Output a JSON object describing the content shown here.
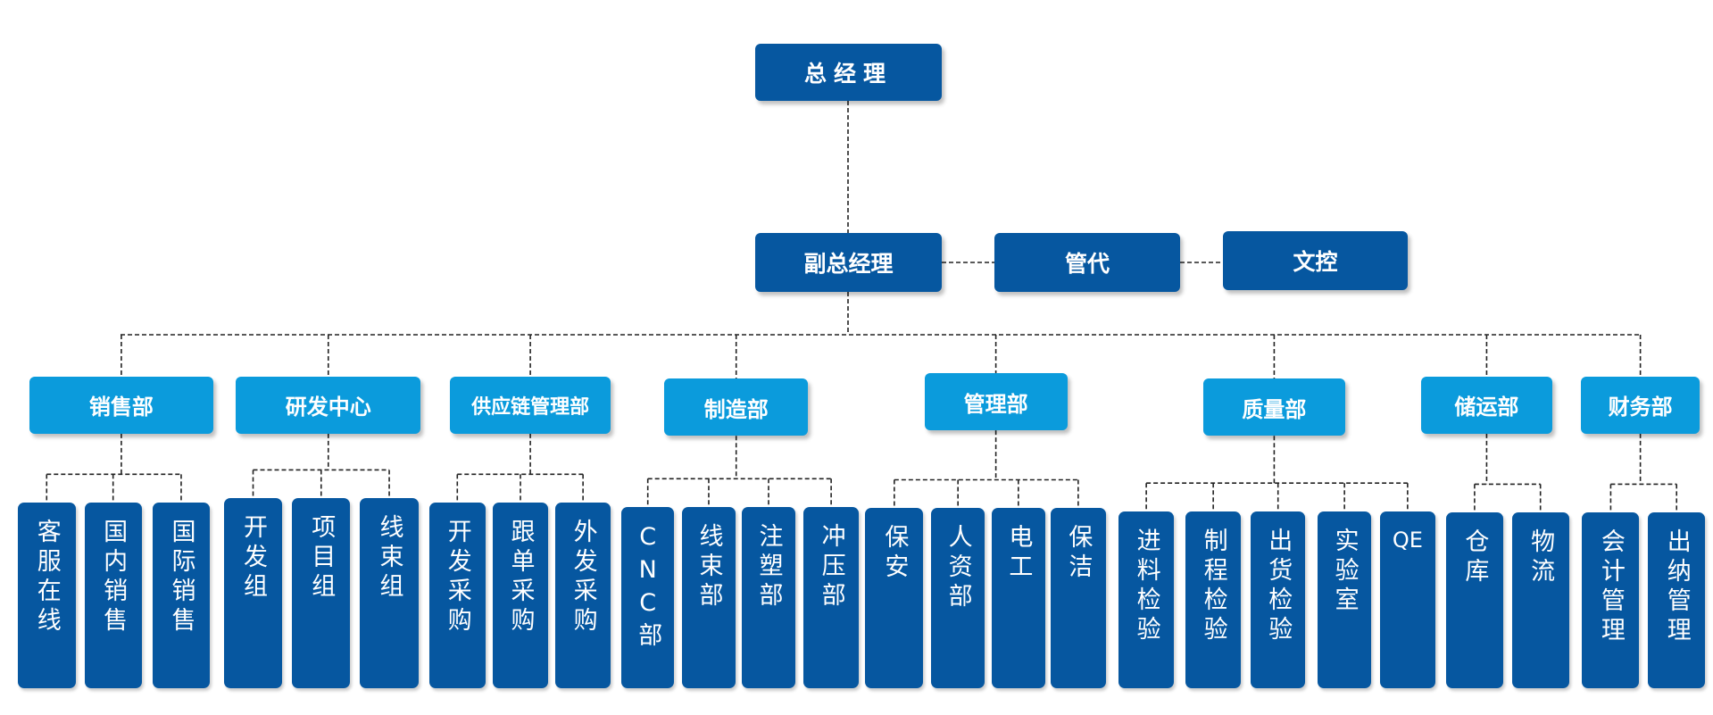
{
  "top": {
    "gm": "总经理",
    "vgm": "副总经理",
    "rep": "管代",
    "doc": "文控"
  },
  "departments": [
    {
      "name": "销售部",
      "children": [
        "客服在线",
        "国内销售",
        "国际销售"
      ]
    },
    {
      "name": "研发中心",
      "children": [
        "开发组",
        "项目组",
        "线束组"
      ]
    },
    {
      "name": "供应链管理部",
      "children": [
        "开发采购",
        "跟单采购",
        "外发采购"
      ]
    },
    {
      "name": "制造部",
      "children": [
        "CNC部",
        "线束部",
        "注塑部",
        "冲压部"
      ]
    },
    {
      "name": "管理部",
      "children": [
        "保安",
        "人资部",
        "电工",
        "保洁"
      ]
    },
    {
      "name": "质量部",
      "children": [
        "进料检验",
        "制程检验",
        "出货检验",
        "实验室",
        "QE"
      ]
    },
    {
      "name": "储运部",
      "children": [
        "仓库",
        "物流"
      ]
    },
    {
      "name": "财务部",
      "children": [
        "会计管理",
        "出纳管理"
      ]
    }
  ],
  "colors": {
    "dark": "#0657a0",
    "light": "#0b9bdc"
  }
}
